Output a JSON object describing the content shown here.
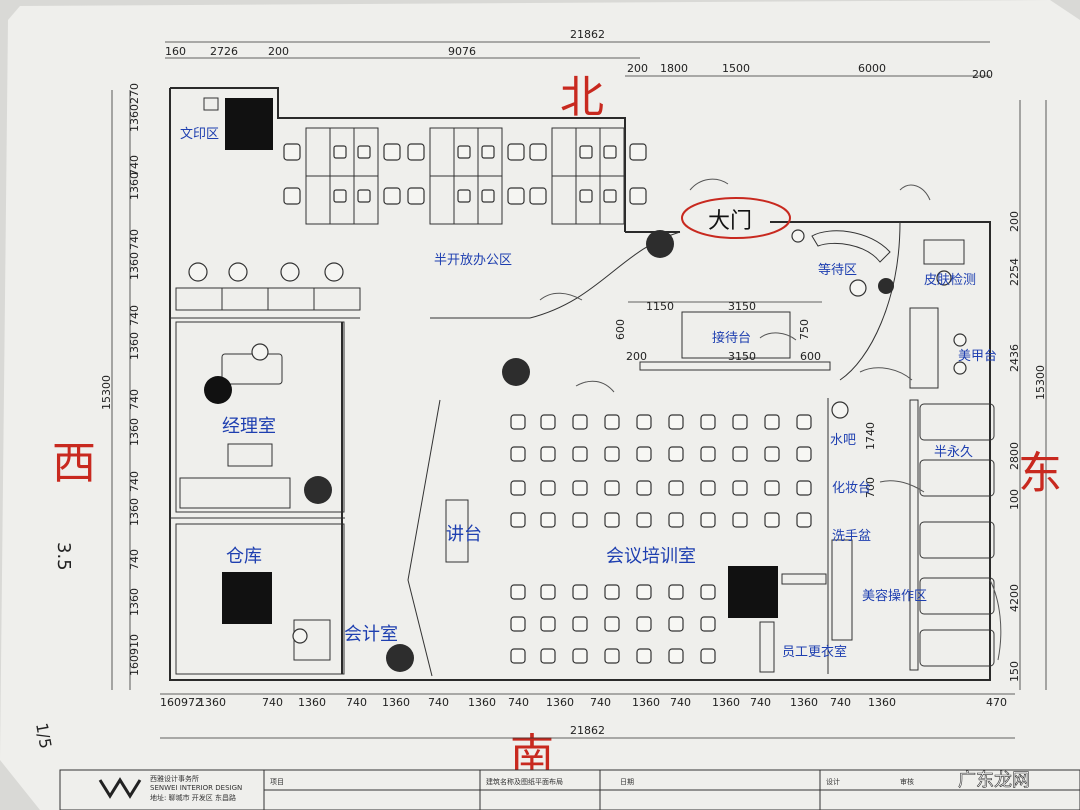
{
  "directions": {
    "north": "北",
    "south": "南",
    "west": "西",
    "east": "东"
  },
  "gate": {
    "label": "大门",
    "ring_color": "#c8291f"
  },
  "rooms": {
    "print_area": "文印区",
    "open_office": "半开放办公区",
    "manager_office": "经理室",
    "warehouse": "仓库",
    "accounting": "会计室",
    "platform": "讲台",
    "meeting_room": "会议培训室",
    "reception": "接待台",
    "waiting": "等待区",
    "skin_test": "皮肤检测",
    "nail_table": "美甲台",
    "water_bar": "水吧",
    "makeup": "化妆台",
    "semi_permanent": "半永久",
    "wash_basin": "洗手盆",
    "beauty_room": "美容操作区",
    "locker_room": "员工更衣室"
  },
  "dims_top": {
    "total": "21862",
    "row": [
      "160",
      "2726",
      "200",
      "9076"
    ],
    "row_right": [
      "200",
      "1800",
      "1500",
      "6000",
      "200"
    ]
  },
  "dims_bottom": {
    "total": "21862",
    "row": [
      "160972",
      "1360",
      "740",
      "1360",
      "740",
      "1360",
      "740",
      "1360",
      "740",
      "1360",
      "740",
      "1360",
      "740",
      "1360",
      "740",
      "1360",
      "740",
      "1360",
      "470"
    ]
  },
  "dims_left": {
    "total": "15300",
    "row": [
      "270",
      "1360",
      "740",
      "1360",
      "740",
      "1360",
      "740",
      "1360",
      "740",
      "1360",
      "740",
      "1360",
      "740",
      "1360",
      "160910"
    ]
  },
  "dims_right": {
    "total": "15300",
    "row": [
      "200",
      "2254",
      "2436",
      "2800",
      "100",
      "4200",
      "150"
    ]
  },
  "dims_inner": {
    "reception_top": [
      "1150",
      "3150"
    ],
    "reception_bottom": [
      "200",
      "3150",
      "600"
    ],
    "reception_side_left": "600",
    "reception_side_right": "750",
    "water_bar_h": "1740",
    "makeup_h": "700"
  },
  "handwriting": {
    "side_note": "3.5",
    "corner_note": "1/5"
  },
  "title_block": {
    "firm_cn": "西雅设计事务所",
    "firm_en": "SENWEI INTERIOR DESIGN",
    "address": "地址: 聊城市 开发区 东昌路",
    "cell_1": "项目",
    "cell_2": "建筑名称及图纸平面布局",
    "cell_3": "日期",
    "cell_4": "设计",
    "cell_5": "审核"
  },
  "watermark": "广东龙网"
}
